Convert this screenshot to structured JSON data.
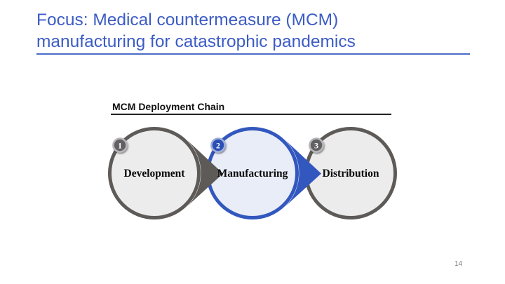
{
  "slide": {
    "title": "Focus: Medical countermeasure (MCM) manufacturing for catastrophic pandemics",
    "page_number": "14"
  },
  "diagram": {
    "heading": "MCM Deployment Chain",
    "steps": [
      {
        "number": "1",
        "label": "Development",
        "scheme": "gray"
      },
      {
        "number": "2",
        "label": "Manufacturing",
        "scheme": "blue"
      },
      {
        "number": "3",
        "label": "Distribution",
        "scheme": "gray"
      }
    ]
  },
  "colors": {
    "title_blue": "#3C5CC5",
    "rule_blue": "#4A6CC9",
    "heading_black": "#111111",
    "shape_gray": "#5E5A57",
    "shape_gray_fill": "#ECECEC",
    "shape_blue": "#3257BE",
    "shape_blue_fill": "#E9EDF8",
    "badge_gray_core": "#636163",
    "badge_gray_ring": "#B7B7B9",
    "badge_blue_core": "#2C4FB5",
    "badge_blue_ring": "#9FAEDC",
    "badge_number_white": "#FFFFFF",
    "label_black": "#0A0A0A",
    "page_number_gray": "#808080"
  }
}
